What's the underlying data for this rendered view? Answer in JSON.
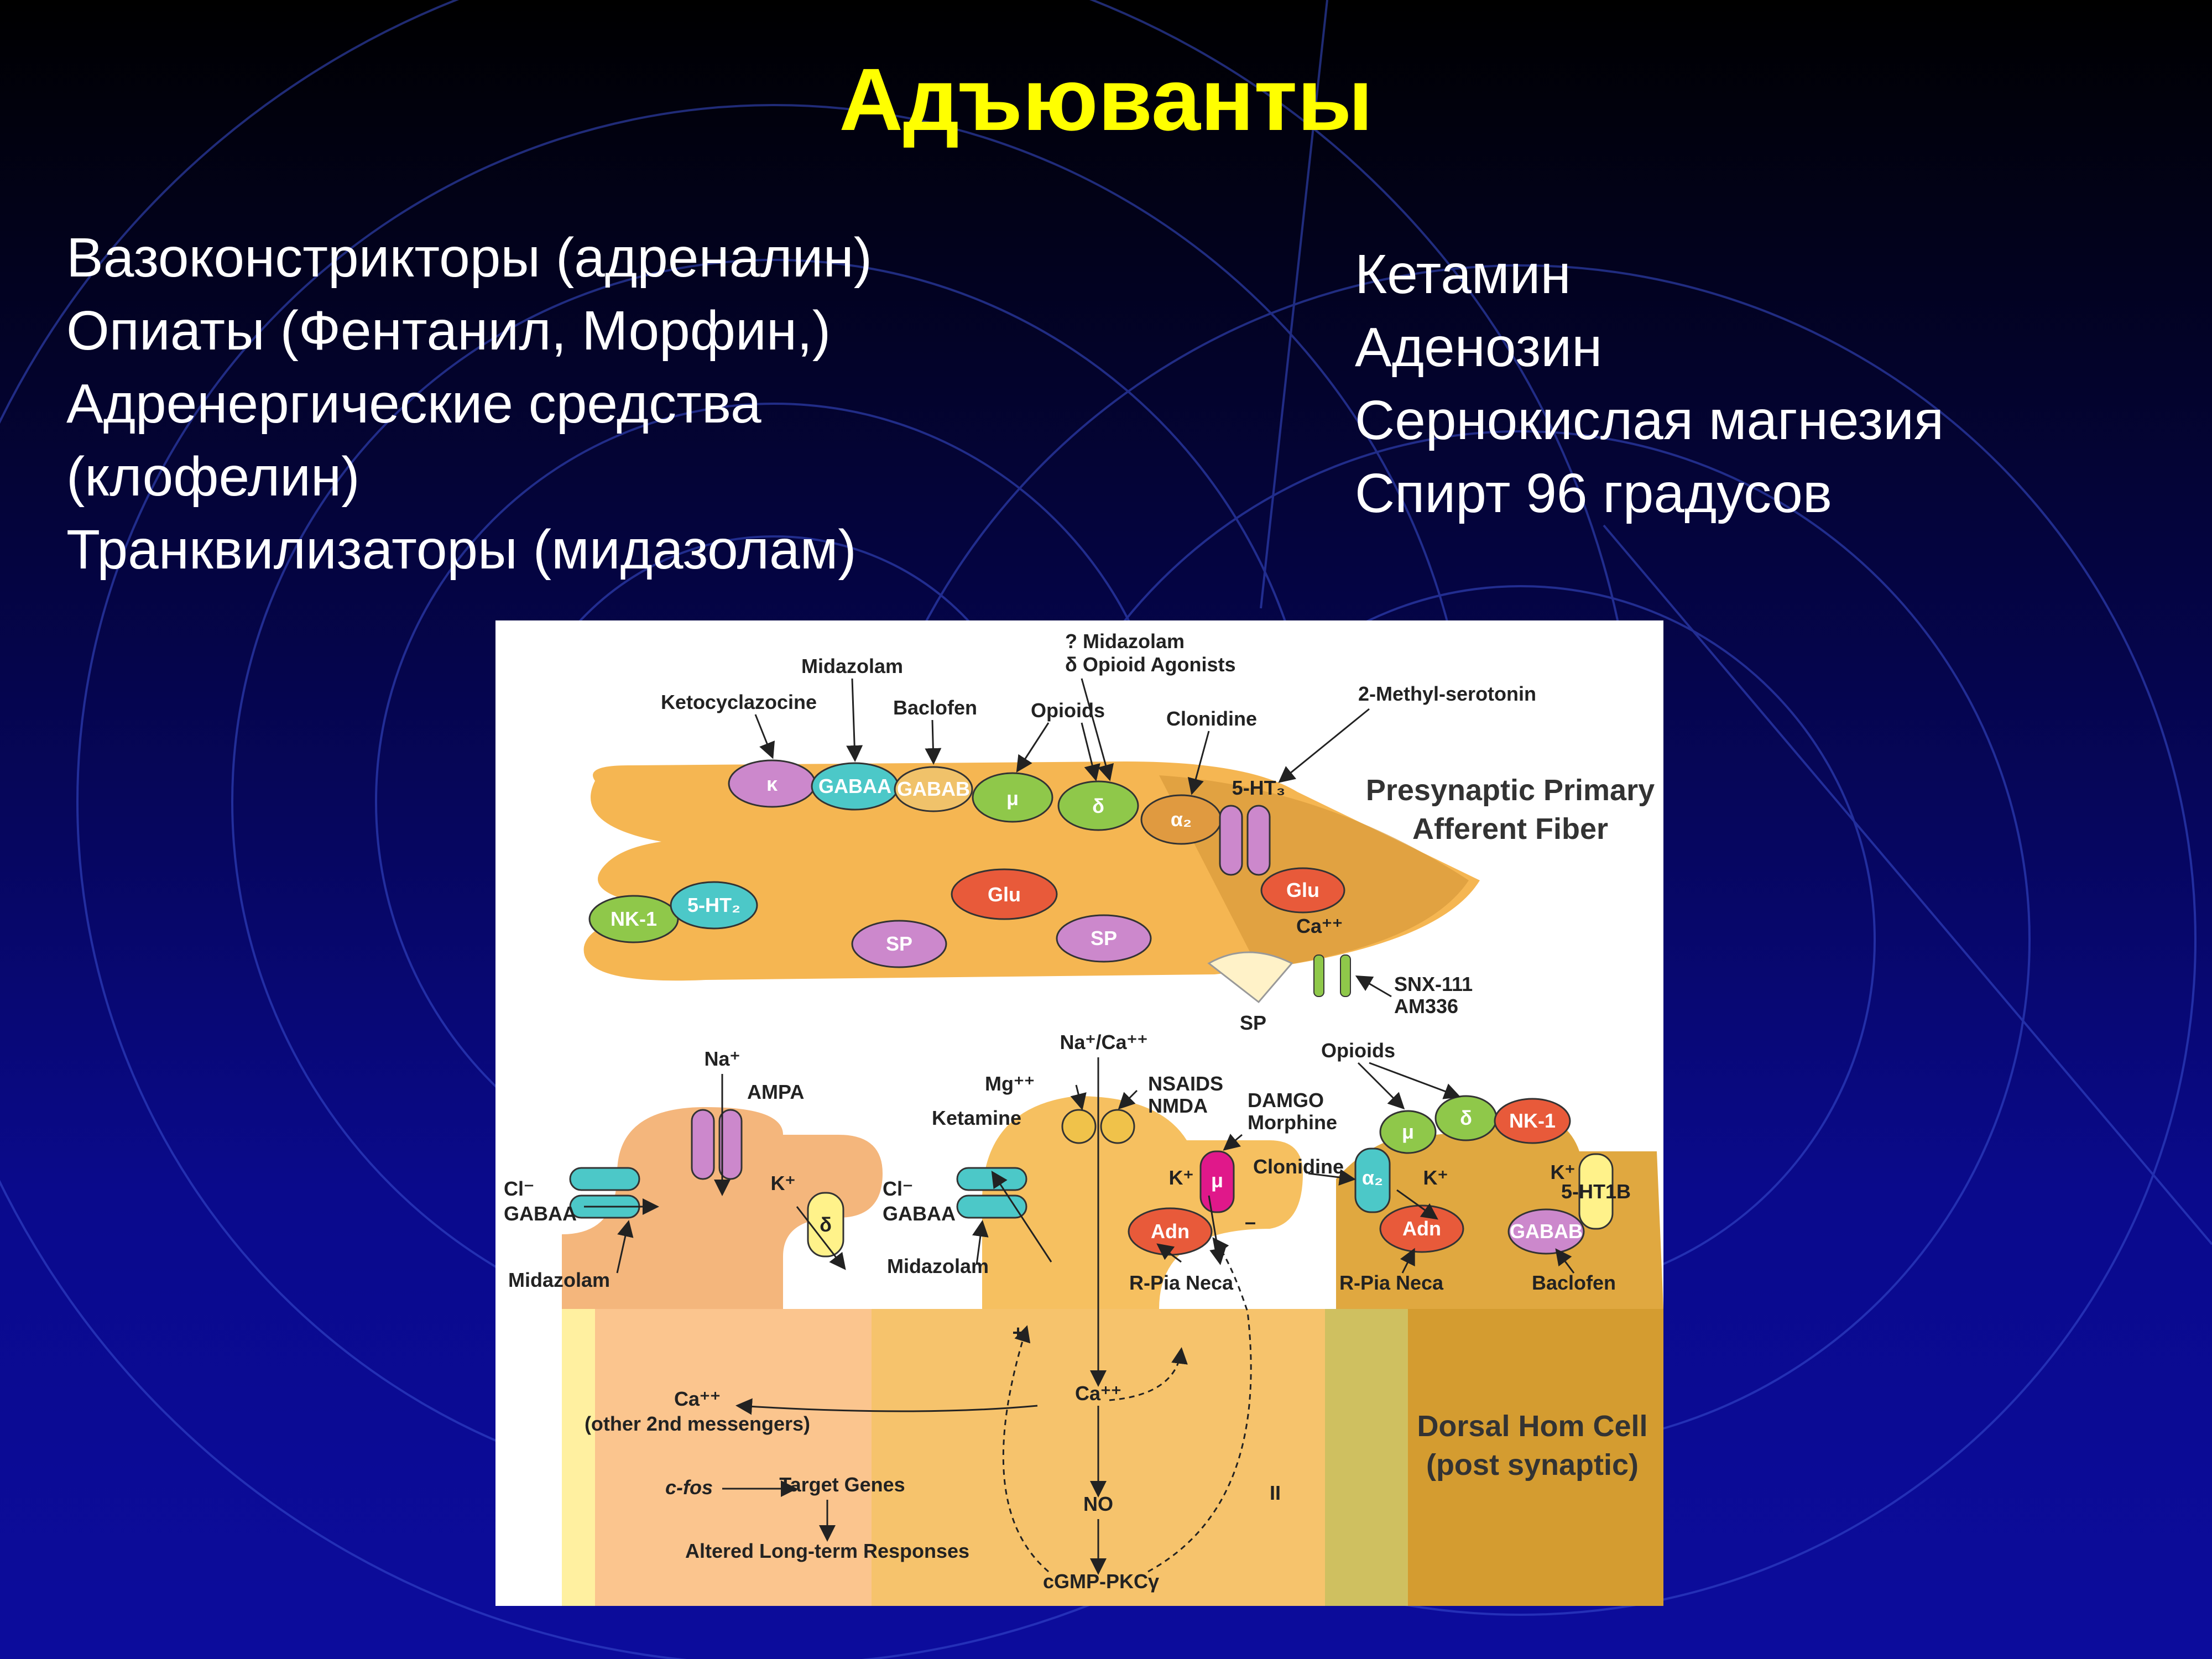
{
  "title": "Адъюванты",
  "left_list": [
    "Вазоконстрикторы (адреналин)",
    "Опиаты (Фентанил,  Морфин,)",
    "Адренергические средства",
    "(клофелин)",
    "Транквилизаторы (мидазолам)"
  ],
  "right_list": [
    "Кетамин",
    "Аденозин",
    "Сернокислая магнезия",
    "Спирт 96 градусов"
  ],
  "figure": {
    "presynaptic_title": [
      "Presynaptic Primary",
      "Afferent Fiber"
    ],
    "postsynaptic_title": [
      "Dorsal Hom Cell",
      "(post synaptic)"
    ],
    "drug_labels": {
      "ketocyclazocine": "Ketocyclazocine",
      "midazolam_top": "Midazolam",
      "baclofen_top": "Baclofen",
      "opioids_top": "Opioids",
      "midazolam_q": "? Midazolam",
      "delta_agonists": "δ Opioid Agonists",
      "clonidine_top": "Clonidine",
      "methyl_serotonin": "2-Methyl-serotonin",
      "snx": "SNX-111",
      "am336": "AM336",
      "sp_release": "SP",
      "na_left": "Na⁺",
      "ampa": "AMPA",
      "cl_left": "Cl⁻",
      "gaba_a_left": "GABAA",
      "k_left": "K⁺",
      "midazolam_left": "Midazolam",
      "na_ca": "Na⁺/Ca⁺⁺",
      "mg": "Mg⁺⁺",
      "ketamine": "Ketamine",
      "nsaid": "NSAIDS",
      "nmda": "NMDA",
      "cl_mid": "Cl⁻",
      "gaba_a_mid": "GABAA",
      "midazolam_mid": "Midazolam",
      "damgo": "DAMGO",
      "morphine": "Morphine",
      "k_mid": "K⁺",
      "r_pia_mid": "R-Pia Neca",
      "opioids_right": "Opioids",
      "clonidine_right": "Clonidine",
      "k_right1": "K⁺",
      "k_right2": "K⁺",
      "r_pia_right": "R-Pia Neca",
      "baclofen_right": "Baclofen",
      "ca_other": "Ca⁺⁺",
      "other_messengers": "(other 2nd messengers)",
      "c_fos": "c-fos",
      "target_genes": "Target Genes",
      "altered": "Altered Long-term Responses",
      "ca_center": "Ca⁺⁺",
      "no": "NO",
      "cgmp": "cGMP-PKCγ",
      "roman_two": "II",
      "minus": "–",
      "plus": "+"
    },
    "receptor_labels": {
      "kappa": "κ",
      "gaba_a": "GABAA",
      "gaba_b": "GABAB",
      "mu": "μ",
      "delta": "δ",
      "alpha2": "α₂",
      "ht3": "5-HT₃",
      "nk1": "NK-1",
      "ht2": "5-HT₂",
      "glu1": "Glu",
      "glu2": "Glu",
      "sp1": "SP",
      "sp2": "SP",
      "ca_pre": "Ca⁺⁺",
      "delta_left": "δ",
      "mu_mid": "μ",
      "adn_mid": "Adn",
      "alpha2_right": "α₂",
      "mu_right": "μ",
      "delta_right": "δ",
      "nk1_right": "NK-1",
      "adn_right": "Adn",
      "gaba_b_right": "GABAB",
      "ht1b": "5-HT1B"
    }
  }
}
